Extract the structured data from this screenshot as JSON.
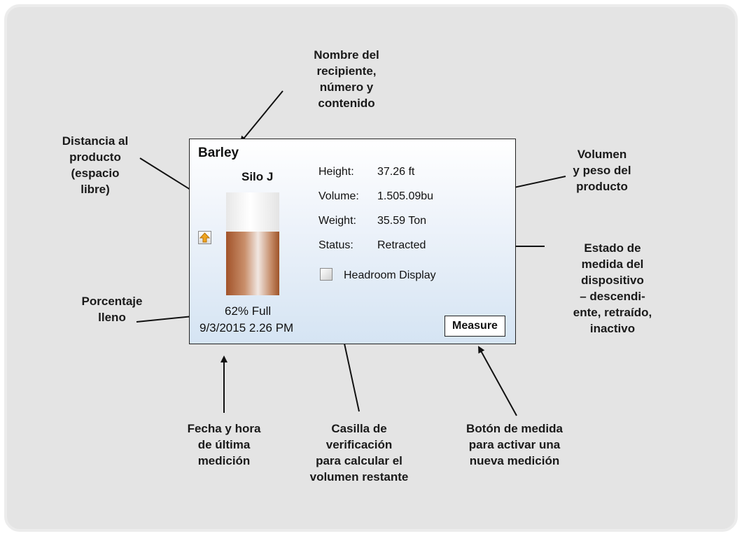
{
  "screen": {
    "vessel": "Barley",
    "silo": "Silo J",
    "fill_fraction": 0.62,
    "percent_text": "62% Full",
    "timestamp": "9/3/2015  2.26 PM",
    "readings": [
      {
        "label": "Height:",
        "value": "37.26 ft"
      },
      {
        "label": "Volume:",
        "value": "1.505.09bu"
      },
      {
        "label": "Weight:",
        "value": "35.59 Ton"
      },
      {
        "label": "Status:",
        "value": "Retracted"
      }
    ],
    "headroom_label": "Headroom Display",
    "headroom_checked": false,
    "measure_label": "Measure",
    "tank_colors": {
      "empty": "#ececec",
      "product": "#a2532a"
    },
    "headroom_icon": "arrow-up-icon"
  },
  "annotations": {
    "vessel_name": "Nombre del\nrecipiente,\nnúmero y\ncontenido",
    "distance": "Distancia al\nproducto\n(espacio\nlibre)",
    "volume_weight": "Volumen\ny peso del\nproducto",
    "status": "Estado de\nmedida del\ndispositivo\n– descendi-\nente, retraído,\ninactivo",
    "percent": "Porcentaje\nlleno",
    "datetime": "Fecha y hora\nde última\nmedición",
    "checkbox": "Casilla de\nverificación\npara calcular el\nvolumen restante",
    "measure": "Botón de medida\npara activar una\nnueva medición"
  }
}
